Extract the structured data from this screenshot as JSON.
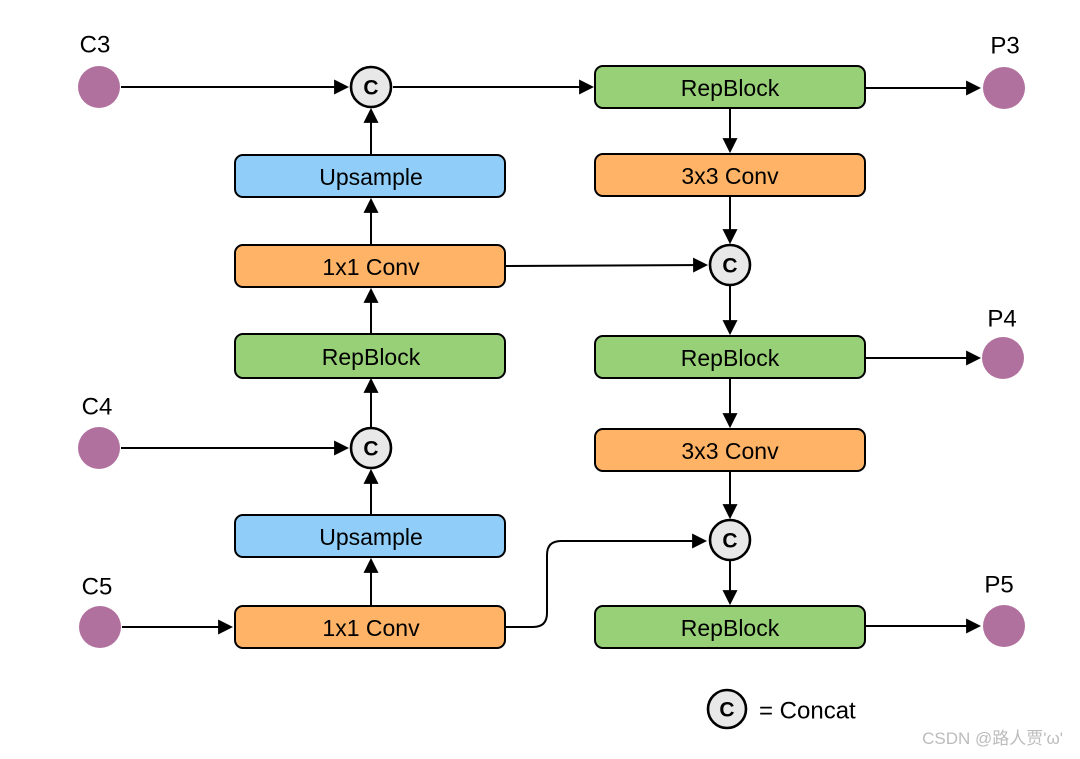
{
  "colors": {
    "repblock_green": "#97D077",
    "conv_orange": "#FFB366",
    "upsample_blue": "#90CDF9",
    "terminal_purple": "#B1719E",
    "concat_gray": "#E8E8E8"
  },
  "terminals": {
    "c3": "C3",
    "c4": "C4",
    "c5": "C5",
    "p3": "P3",
    "p4": "P4",
    "p5": "P5"
  },
  "nodes": {
    "upsample_top": "Upsample",
    "conv1x1_mid": "1x1 Conv",
    "repblock_left": "RepBlock",
    "upsample_bottom": "Upsample",
    "conv1x1_bottom": "1x1 Conv",
    "repblock_p3": "RepBlock",
    "conv3x3_top": "3x3 Conv",
    "repblock_p4": "RepBlock",
    "conv3x3_bottom": "3x3 Conv",
    "repblock_p5": "RepBlock"
  },
  "concat": {
    "symbol": "C"
  },
  "legend": {
    "symbol": "C",
    "label": "= Concat"
  },
  "watermark": "CSDN @路人贾'ω'"
}
